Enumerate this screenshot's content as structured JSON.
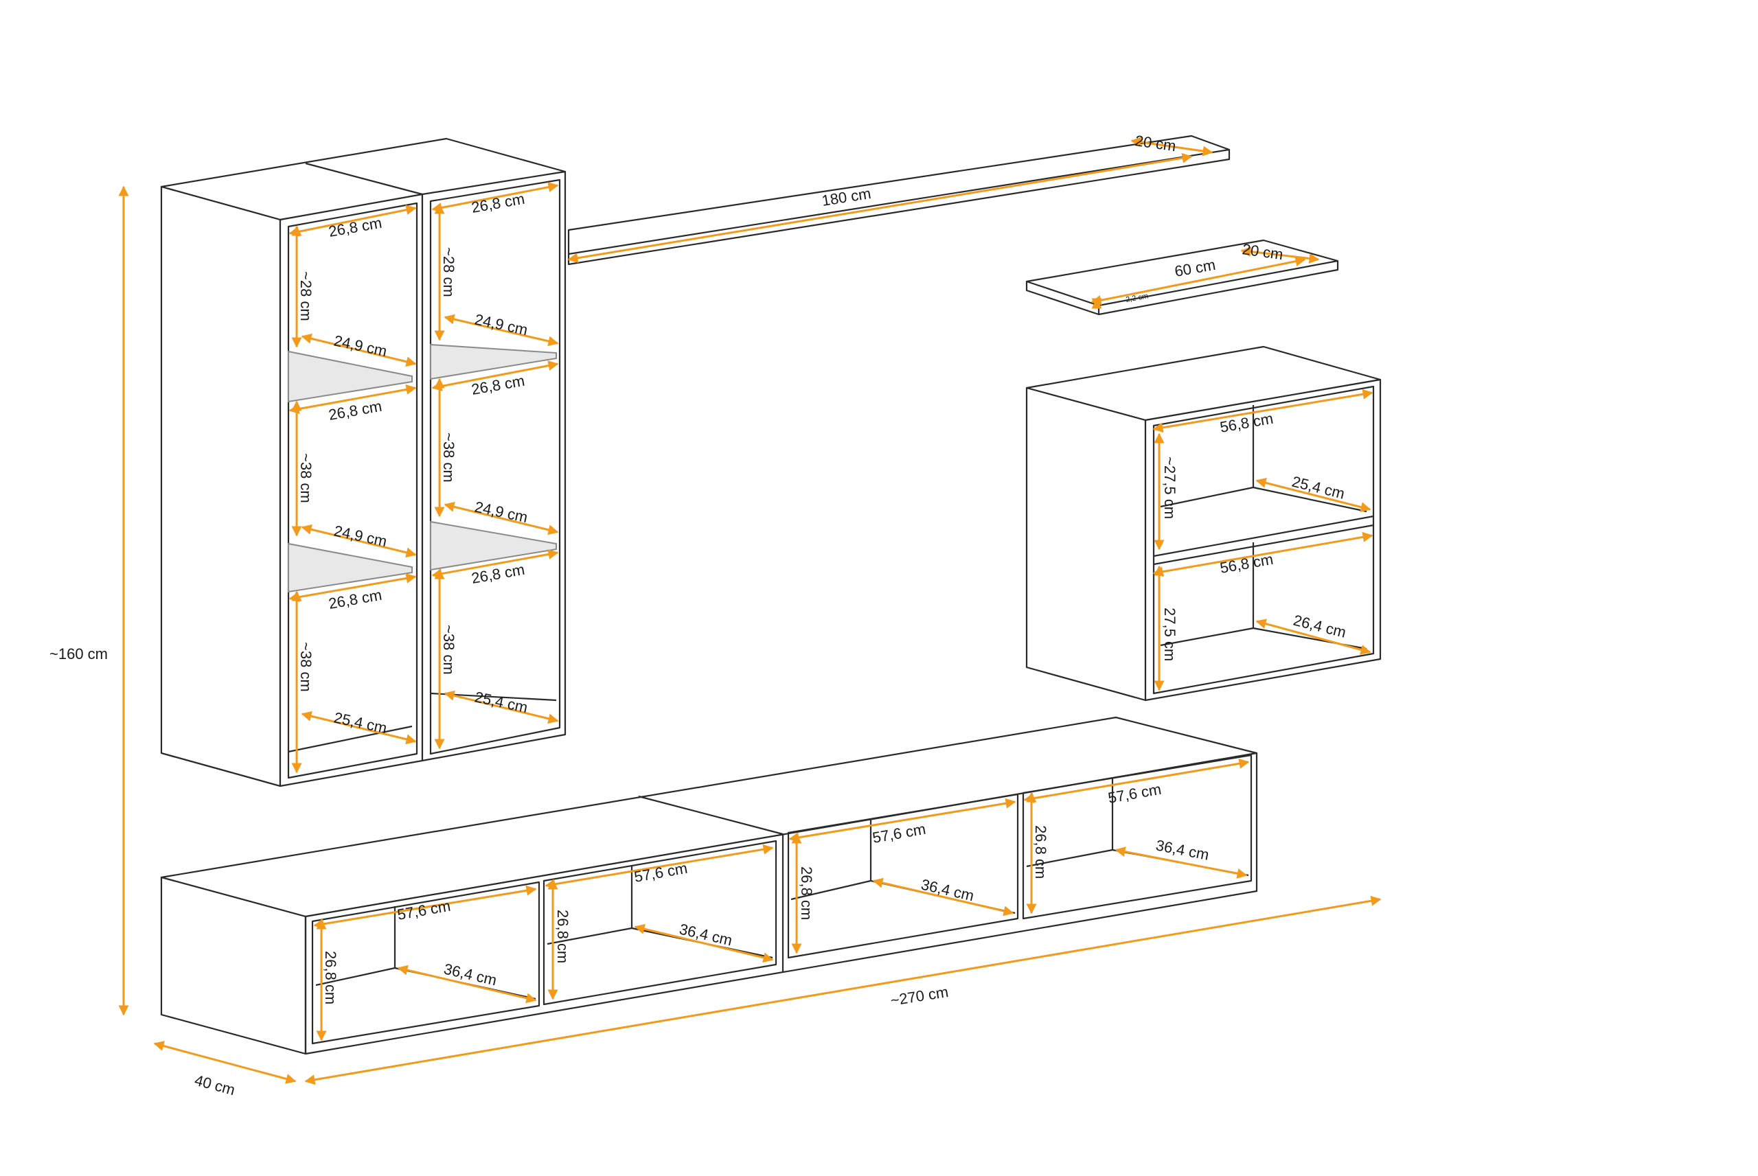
{
  "colors": {
    "dimension": "#f39a1a",
    "outline": "#2a2a2a",
    "glass": "#e8e8e8"
  },
  "overall": {
    "height": "~160 cm",
    "width": "~270 cm",
    "depth": "40 cm"
  },
  "long_shelf": {
    "length": "180 cm",
    "depth": "20 cm"
  },
  "short_shelf": {
    "length": "60 cm",
    "depth": "20 cm",
    "thickness": "2,2 cm"
  },
  "tall_left": {
    "top_width": "26,8 cm",
    "top_height": "~28 cm",
    "glass1_depth": "24,9 cm",
    "mid1_width": "26,8 cm",
    "mid_height": "~38 cm",
    "glass2_depth": "24,9 cm",
    "mid2_width": "26,8 cm",
    "bottom_height": "~38 cm",
    "bottom_depth": "25,4 cm"
  },
  "tall_right": {
    "top_width": "26,8 cm",
    "top_height": "~28 cm",
    "glass1_depth": "24,9 cm",
    "mid1_width": "26,8 cm",
    "mid_height": "~38 cm",
    "glass2_depth": "24,9 cm",
    "mid2_width": "26,8 cm",
    "bottom_height": "~38 cm",
    "bottom_depth": "25,4 cm"
  },
  "wall_cube": {
    "top_width": "56,8 cm",
    "top_height": "~27,5 cm",
    "top_depth": "25,4 cm",
    "bottom_width": "56,8 cm",
    "bottom_height": "27,5 cm",
    "bottom_depth": "26,4 cm"
  },
  "low_boards": [
    {
      "width": "57,6 cm",
      "height": "26,8 cm",
      "depth": "36,4 cm"
    },
    {
      "width": "57,6 cm",
      "height": "26,8 cm",
      "depth": "36,4 cm"
    },
    {
      "width": "57,6 cm",
      "height": "26,8 cm",
      "depth": "36,4 cm"
    },
    {
      "width": "57,6 cm",
      "height": "26,8 cm",
      "depth": "36,4 cm"
    }
  ]
}
